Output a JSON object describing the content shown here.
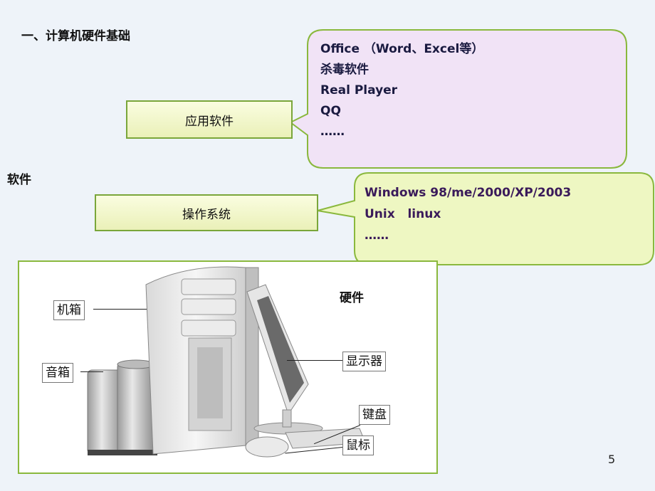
{
  "title": "一、计算机硬件基础",
  "side_label": "软件",
  "app_box_label": "应用软件",
  "os_box_label": "操作系统",
  "app_callout": [
    "Office （Word、Excel等）",
    "杀毒软件",
    "Real Player",
    "QQ",
    "……"
  ],
  "os_callout": [
    "Windows 98/me/2000/XP/2003",
    "Unix   linux",
    "……"
  ],
  "hardware": {
    "title": "硬件",
    "labels": {
      "case": "机箱",
      "speaker": "音箱",
      "monitor": "显示器",
      "keyboard": "键盘",
      "mouse": "鼠标"
    }
  },
  "page_number": "5",
  "colors": {
    "frame_green": "#8ab83d",
    "app_callout_fill": "#f0e2f5",
    "os_callout_fill": "#eef7c0"
  }
}
